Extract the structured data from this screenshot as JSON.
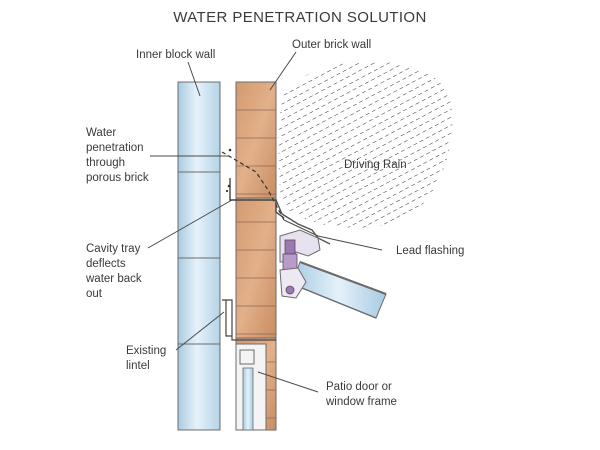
{
  "title": "WATER PENETRATION SOLUTION",
  "labels": {
    "inner_block_wall": "Inner block wall",
    "outer_brick_wall": "Outer brick wall",
    "water_penetration": [
      "Water",
      "penetration",
      "through",
      "porous brick"
    ],
    "driving_rain": "Driving Rain",
    "cavity_tray": [
      "Cavity tray",
      "deflects",
      "water back",
      "out"
    ],
    "lead_flashing": "Lead flashing",
    "existing_lintel": [
      "Existing",
      "lintel"
    ],
    "patio_door": [
      "Patio door or",
      "window frame"
    ]
  },
  "colors": {
    "block": "#c3dcec",
    "block_highlight": "#eaf4fb",
    "brick": "#d9a27a",
    "brick_light": "#e8c2a2",
    "rain_hatch": "#333333",
    "flashing_purple": "#9b7ab0",
    "glazing": "#bcd9ec",
    "outline": "#6b6b6b"
  }
}
